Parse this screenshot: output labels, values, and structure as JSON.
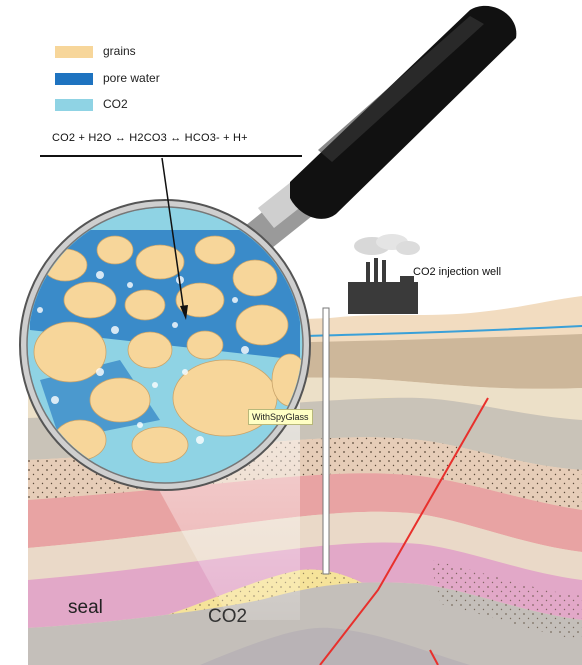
{
  "legend": {
    "items": [
      {
        "label": "grains",
        "color": "#f7d69a"
      },
      {
        "label": "pore water",
        "color": "#1e73c0"
      },
      {
        "label": "CO2",
        "color": "#8fd3e4"
      }
    ]
  },
  "equation": {
    "text": "CO2 + H2O ↔ H2CO3 ↔ HCO3- + H+"
  },
  "well_label": "CO2 injection well",
  "seal_label": "seal",
  "reservoir_label": "CO2",
  "tooltip": "WithSpyGlass",
  "colors": {
    "sky": "#ffffff",
    "surface": "#f2dcc0",
    "water_line": "#3aa0d8",
    "layer_tan": "#cdb79a",
    "layer_gray": "#c9c3b8",
    "layer_salmon": "#e8a3a3",
    "layer_pink": "#e2a8c8",
    "layer_sand": "#f2e2a8",
    "fault": "#e8302c",
    "factory": "#3a3a3a",
    "handle": "#111111"
  }
}
